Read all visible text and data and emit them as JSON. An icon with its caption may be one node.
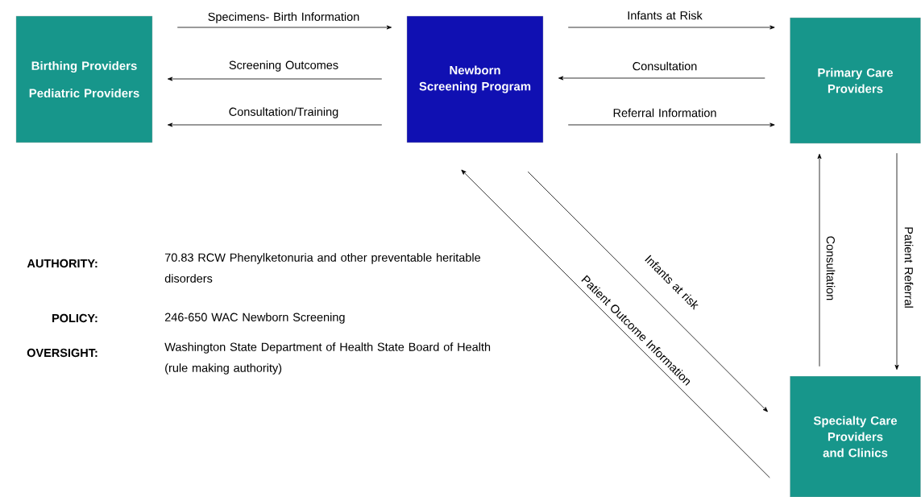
{
  "diagram": {
    "nodes": [
      {
        "text": [
          "Birthing Providers",
          "Pediatric Providers"
        ]
      },
      {
        "text": [
          "Newborn Screening Program"
        ]
      },
      {
        "text": [
          "Primary Care Providers"
        ]
      },
      {
        "text": [
          "Specialty Care Providers and Clinics"
        ]
      }
    ],
    "edges": [
      {
        "from": 0,
        "to": 1,
        "arrow": "to",
        "label": "Specimens- Birth Information"
      },
      {
        "from": 1,
        "to": 0,
        "arrow": "to",
        "label": "Screening Outcomes"
      },
      {
        "from": 1,
        "to": 0,
        "arrow": "to",
        "label": "Consultation/Training"
      },
      {
        "from": 1,
        "to": 2,
        "arrow": "to",
        "label": "Infants at Risk"
      },
      {
        "from": 2,
        "to": 1,
        "arrow": "to",
        "label": "Consultation"
      },
      {
        "from": 1,
        "to": 2,
        "arrow": "to",
        "label": "Referral Information"
      },
      {
        "from": 1,
        "to": 3,
        "arrow": "to",
        "label": "Infants at risk"
      },
      {
        "from": 3,
        "to": 1,
        "arrow": "to",
        "label": "Patient Outcome Information"
      },
      {
        "from": 3,
        "to": 2,
        "arrow": "to",
        "label": "Consultation"
      },
      {
        "from": 2,
        "to": 3,
        "arrow": "to",
        "label": "Patient Referral"
      }
    ],
    "labels": [
      "AUTHORITY:",
      "70.83 RCW Phenylketonuria and other preventable heritable disorders",
      "POLICY:",
      "246-650 WAC Newborn Screening",
      "OVERSIGHT:",
      "Washington State Department of Health State Board of Health (rule making authority)"
    ]
  }
}
